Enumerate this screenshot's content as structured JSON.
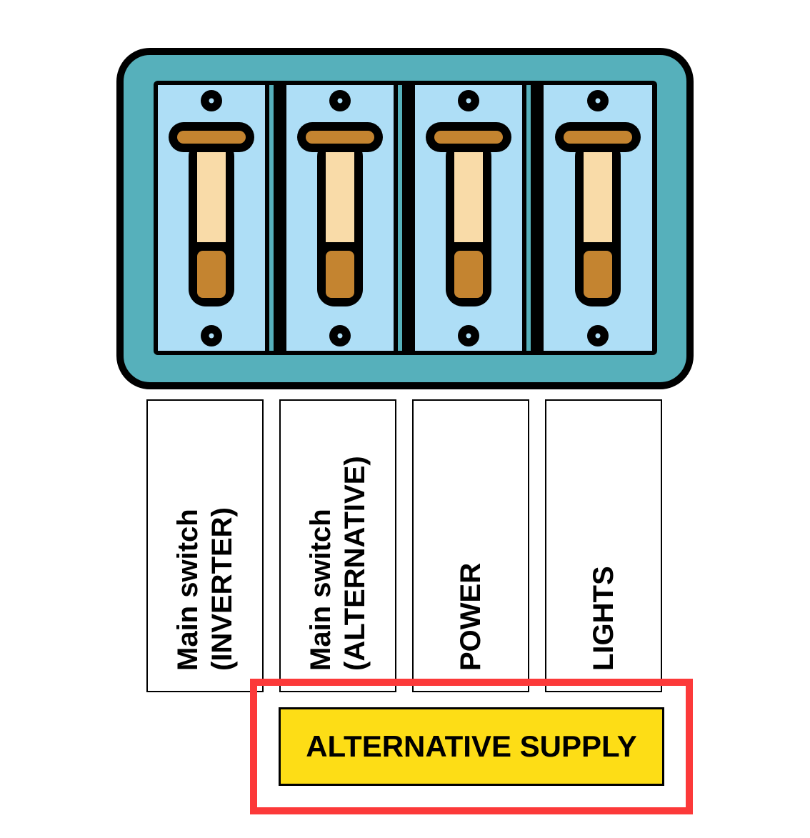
{
  "diagram": {
    "title": "Switch panel labels",
    "colors": {
      "frame": "#56b0bb",
      "plate": "#aedef6",
      "lever_light": "#f9dba8",
      "lever_dark": "#c48430",
      "outline": "#000000",
      "highlight": "#fc3939",
      "supply_bg": "#fddd16"
    },
    "switches": [
      {
        "name": "main-switch-inverter",
        "position": "down"
      },
      {
        "name": "main-switch-alternative",
        "position": "down"
      },
      {
        "name": "power-switch",
        "position": "down"
      },
      {
        "name": "lights-switch",
        "position": "down"
      }
    ],
    "labels": [
      {
        "line1": "Main switch",
        "line2": "(INVERTER)"
      },
      {
        "line1": "Main switch",
        "line2": "(ALTERNATIVE)"
      },
      {
        "line1": "POWER",
        "line2": ""
      },
      {
        "line1": "LIGHTS",
        "line2": ""
      }
    ],
    "group_label": "ALTERNATIVE SUPPLY"
  }
}
